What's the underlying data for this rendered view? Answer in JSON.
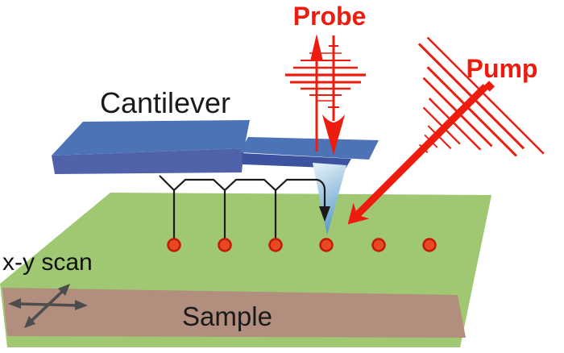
{
  "labels": {
    "probe": "Probe",
    "pump": "Pump",
    "cantilever": "Cantilever",
    "xy_scan": "x-y scan",
    "sample": "Sample"
  },
  "colors": {
    "laser_red": "#ed1c0f",
    "dot_fill": "#ea481e",
    "dot_stroke": "#c11a06",
    "surface_green": "#a0c873",
    "sample_front_brown": "#b18e7d",
    "cantilever_blue_top": "#4b73b6",
    "cantilever_blue_front": "#5062aa",
    "cantilever_blue_underside": "#3c54a0",
    "tip_gradient_top": "#eaf4fb",
    "tip_gradient_bottom": "#5f9cc9",
    "trajectory_black": "#1a1a1a",
    "scan_arrow_gray": "#4d4d4d",
    "background": "#ffffff"
  },
  "molecule_dots": {
    "count": 6
  },
  "icons": {
    "probe_beam": "vertical up-down laser pulse arrows",
    "pump_beam": "diagonal laser pulse arrow",
    "xy_scan_arrows": "crossed double-headed arrows",
    "tip_trajectory": "hopping tip path with down arrow"
  }
}
